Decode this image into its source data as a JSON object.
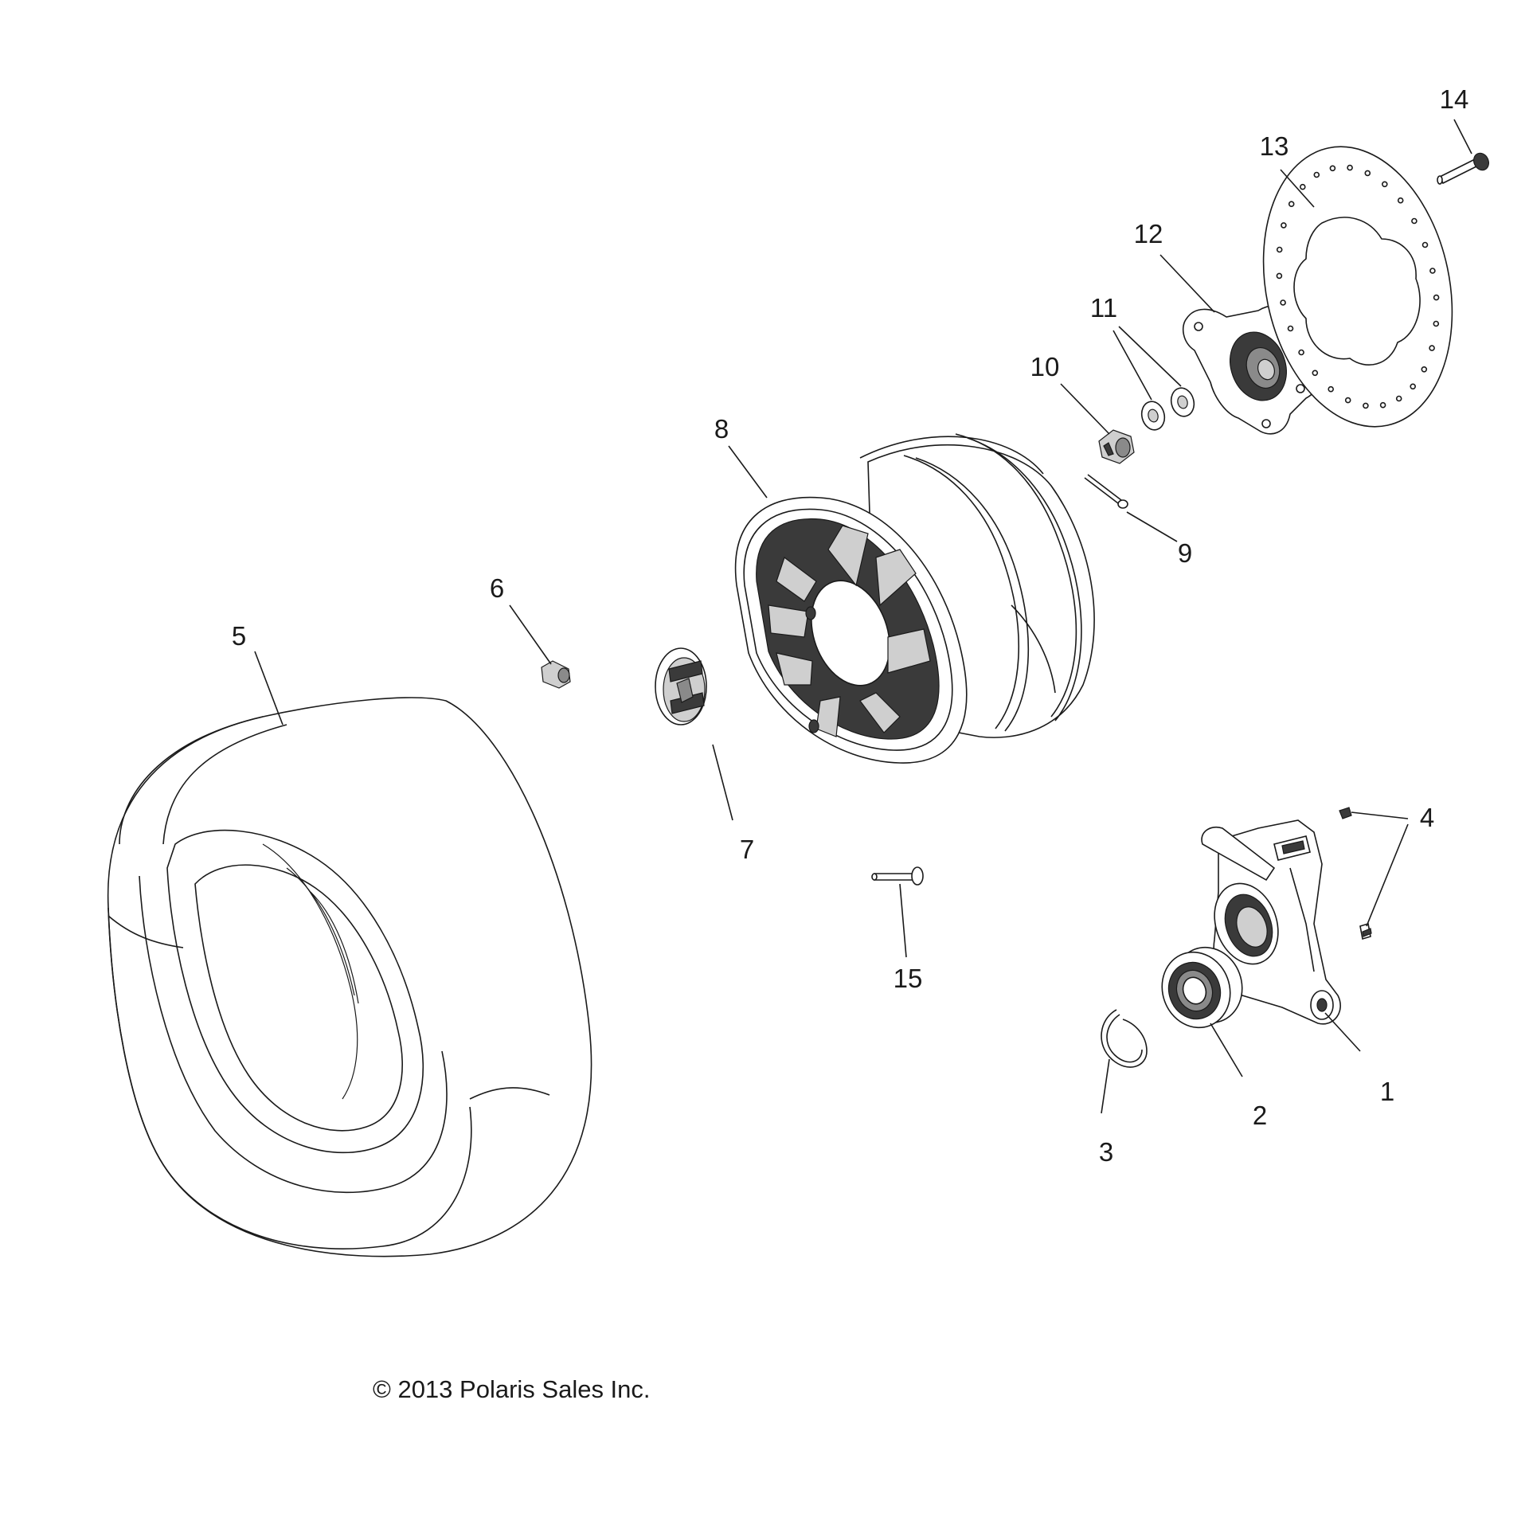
{
  "diagram": {
    "copyright": "© 2013 Polaris Sales Inc.",
    "callouts": [
      "1",
      "2",
      "3",
      "4",
      "5",
      "6",
      "7",
      "8",
      "9",
      "10",
      "11",
      "12",
      "13",
      "14",
      "15"
    ]
  }
}
